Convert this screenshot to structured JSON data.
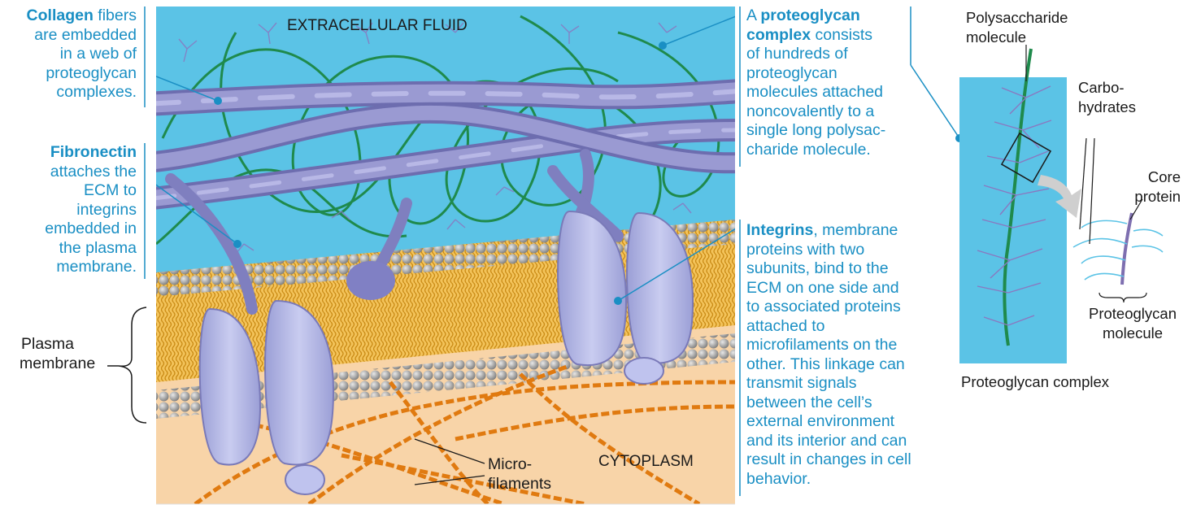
{
  "colors": {
    "label_blue": "#1a8fc4",
    "fluid_blue": "#5bc3e6",
    "cytoplasm": "#f8d4a8",
    "collagen": "#8f8fc8",
    "proteoglycan_core": "#1a8a4a",
    "carbohydrate": "#8a7ab8",
    "lipid_head": "#9a9a9a",
    "lipid_tail": "#f0b43c",
    "microfilament": "#e07a10"
  },
  "regions": {
    "extracellular": "EXTRACELLULAR FLUID",
    "cytoplasm": "CYTOPLASM"
  },
  "labels": {
    "collagen": {
      "term": "Collagen",
      "lines_rest": [
        " fibers",
        "are embedded",
        "in a web of",
        "proteoglycan",
        "complexes."
      ]
    },
    "fibronectin": {
      "term": "Fibronectin",
      "lines": [
        "attaches the",
        "ECM to",
        "integrins",
        "embedded in",
        "the plasma",
        "membrane."
      ]
    },
    "plasma_membrane": [
      "Plasma",
      "membrane"
    ],
    "microfilaments": [
      "Micro-",
      "filaments"
    ],
    "proteoglycan_complex": {
      "prefix": "A ",
      "term_line1": "proteoglycan",
      "term_line2": "complex",
      "term_line2_rest": " consists",
      "lines": [
        "of hundreds of",
        "proteoglycan",
        "molecules attached",
        "noncovalently to a",
        "single long polysac-",
        "charide molecule."
      ]
    },
    "integrins": {
      "term": "Integrins",
      "first_rest": ", membrane",
      "lines": [
        "proteins with two",
        "subunits, bind to the",
        "ECM on one side and",
        "to associated proteins",
        "attached to",
        "microfilaments on the",
        "other. This linkage can",
        "transmit signals",
        "between the cell’s",
        "external environment",
        "and its interior and can",
        "result in changes in cell",
        "behavior."
      ]
    },
    "inset": {
      "polysaccharide": [
        "Polysaccharide",
        "molecule"
      ],
      "carbohydrates": [
        "Carbo-",
        "hydrates"
      ],
      "core_protein": [
        "Core",
        "protein"
      ],
      "proteoglycan_molecule": [
        "Proteoglycan",
        "molecule"
      ],
      "caption": "Proteoglycan complex"
    }
  }
}
